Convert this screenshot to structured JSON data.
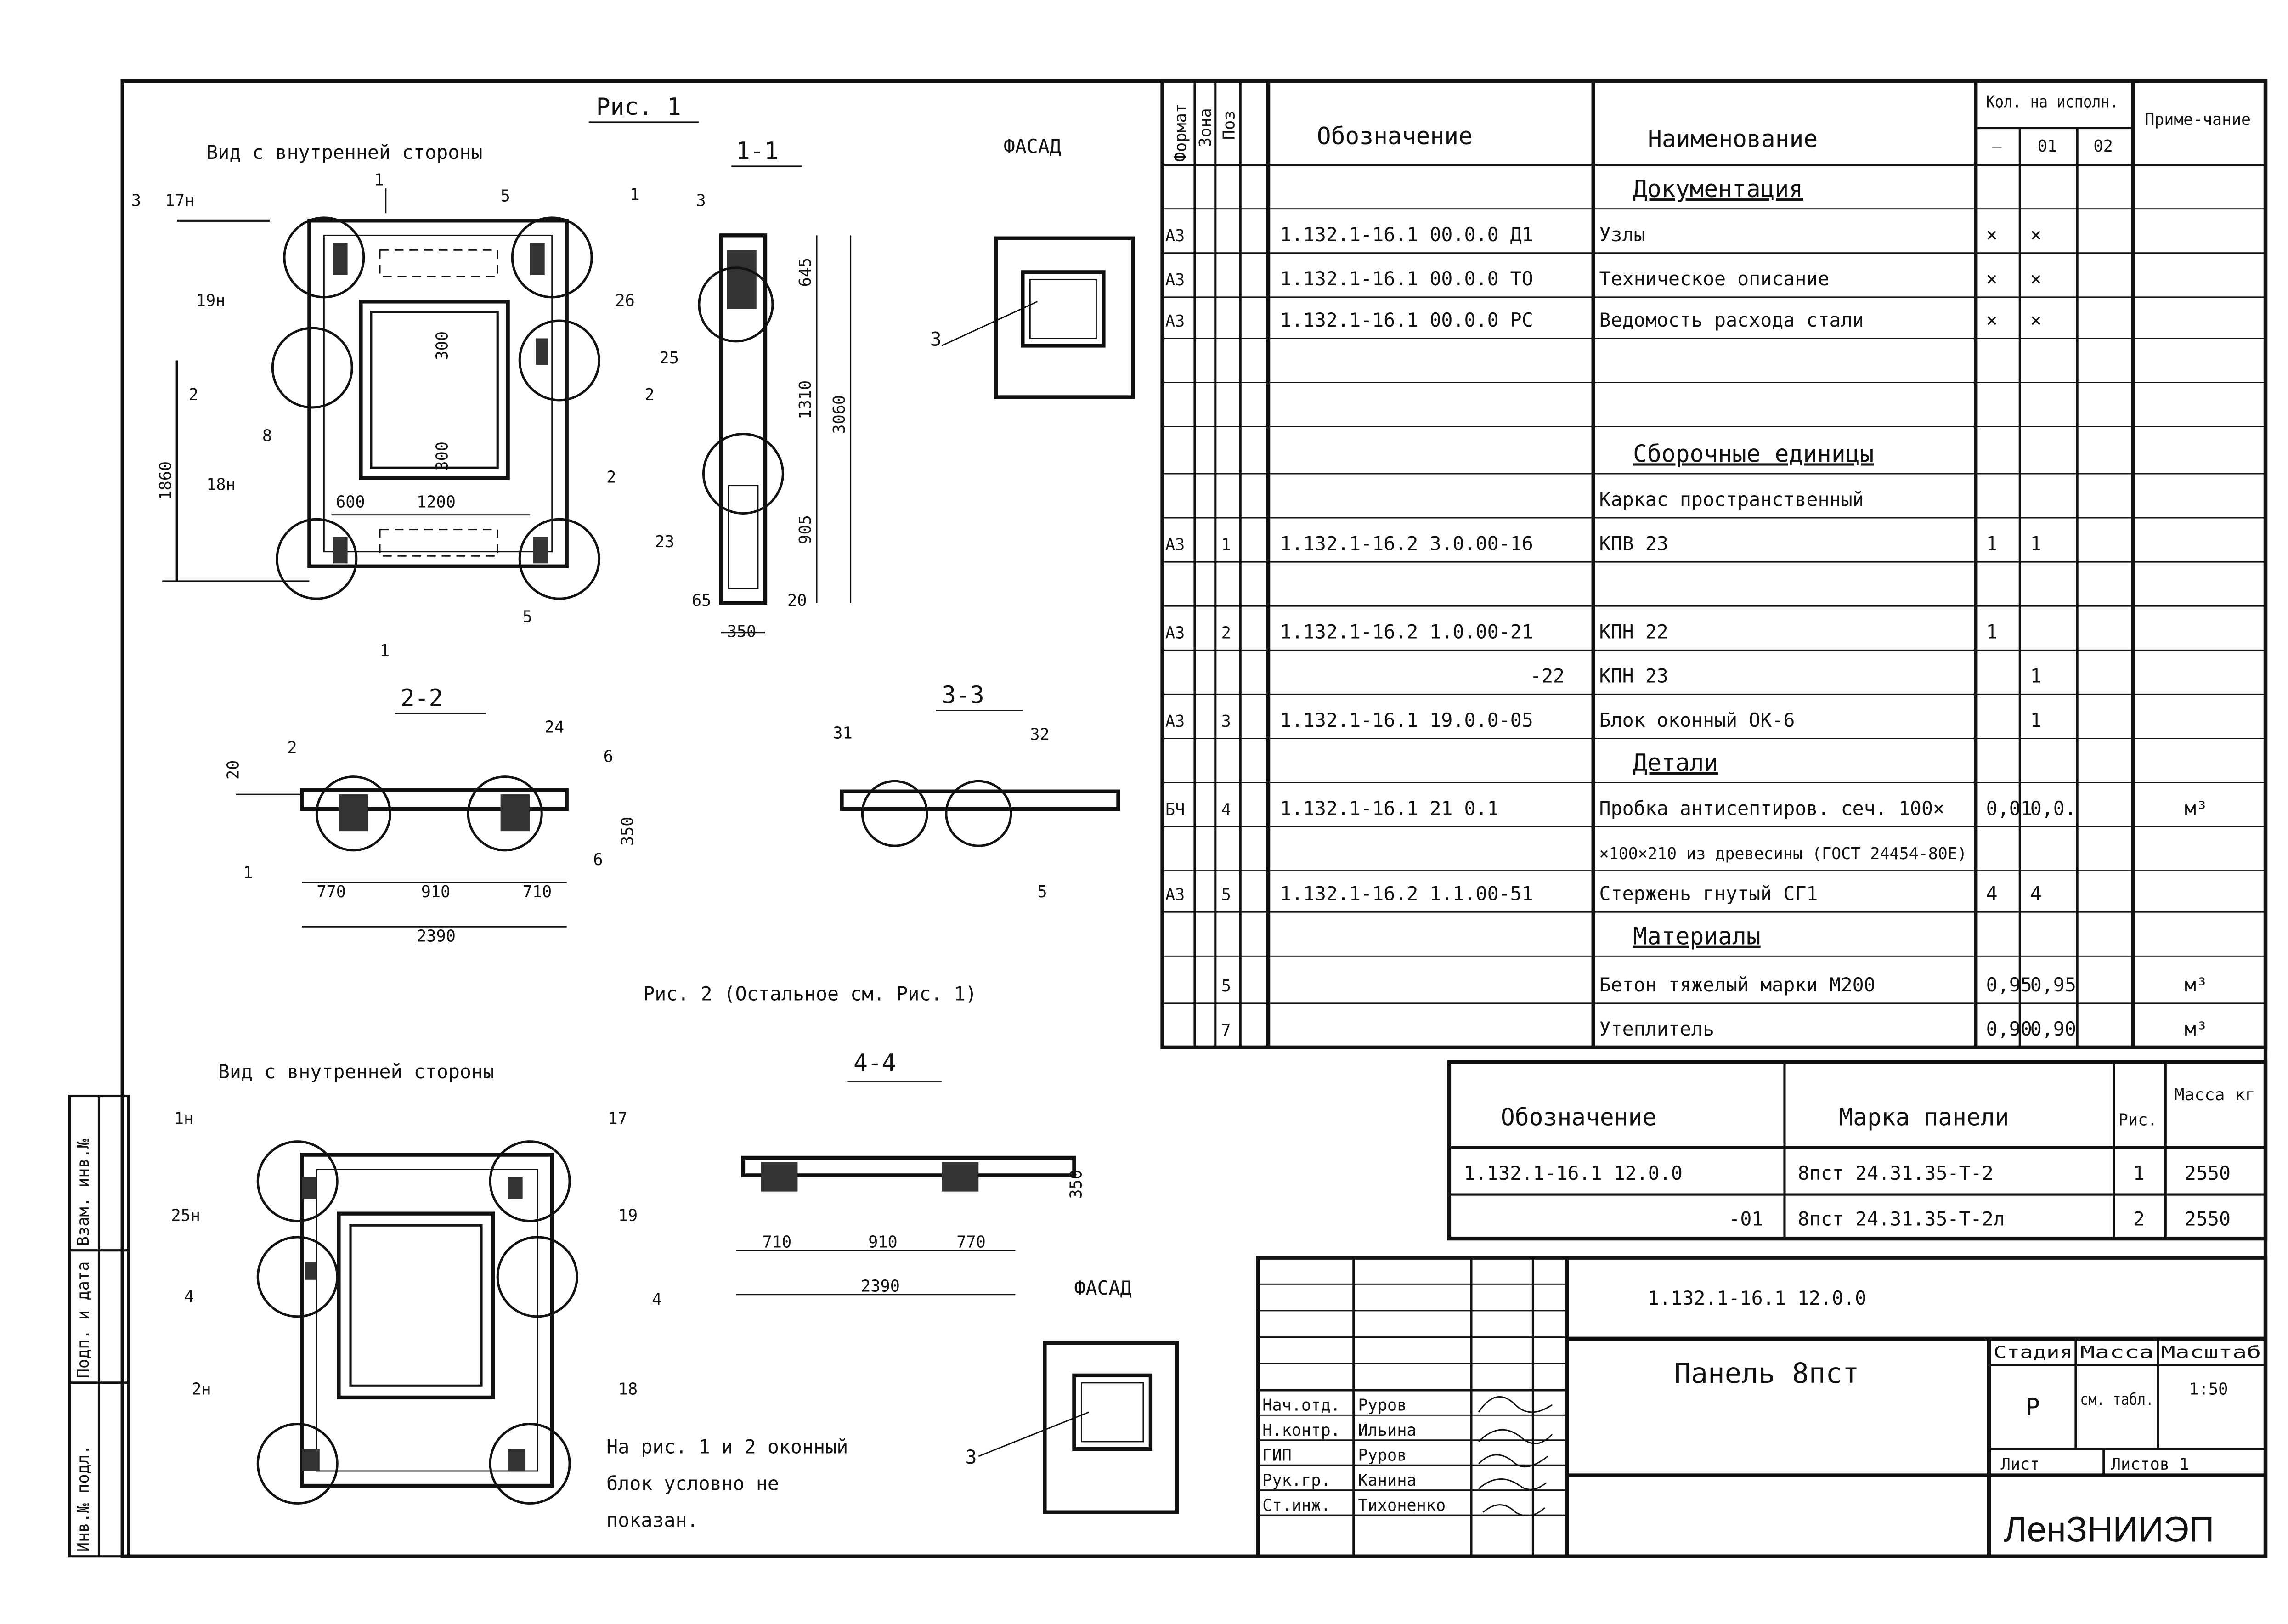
{
  "left_strip": [
    "Инв.№ подл.",
    "Подп. и дата",
    "Взам. инв.№"
  ],
  "fig1": {
    "title": "Рис. 1",
    "view_label": "Вид с внутренней стороны",
    "section_label": "1-1",
    "facade_label": "ФАСАД",
    "node_labels": [
      "3",
      "17н",
      "1",
      "5",
      "1",
      "3",
      "19н",
      "26",
      "2",
      "2",
      "18н",
      "2",
      "5",
      "1",
      "8"
    ],
    "dims": [
      "1860",
      "600",
      "1200",
      "300",
      "300"
    ],
    "section_dims": [
      "645",
      "1310",
      "3060",
      "905",
      "65",
      "20",
      "350",
      "25",
      "23"
    ],
    "facade_pos": "3"
  },
  "fig2": {
    "section22": "2-2",
    "section33": "3-3",
    "labels": [
      "20",
      "2",
      "24",
      "6",
      "1",
      "6",
      "350",
      "31",
      "32",
      "5"
    ],
    "dims": [
      "770",
      "910",
      "710",
      "2390"
    ],
    "caption": "Рис. 2  (Остальное см. Рис. 1)"
  },
  "fig_bottom": {
    "view_label": "Вид с внутренней стороны",
    "section44": "4-4",
    "facade_label": "ФАСАД",
    "node_labels": [
      "1н",
      "17",
      "25н",
      "19",
      "4",
      "4",
      "2н",
      "18"
    ],
    "dims": [
      "710",
      "910",
      "770",
      "2390",
      "350"
    ],
    "facade_pos": "3",
    "note": [
      "На рис. 1 и 2 оконный",
      "блок условно не",
      "показан."
    ]
  },
  "spec_table": {
    "headers": {
      "format": "Формат",
      "zone": "Зона",
      "pos": "Поз",
      "designation": "Обозначение",
      "name": "Наименование",
      "qty": "Кол. на исполн.",
      "qty_cols": [
        "–",
        "01",
        "02"
      ],
      "note": "Приме-чание"
    },
    "rows": [
      {
        "format": "",
        "pos": "",
        "designation": "",
        "name": "Документация",
        "section": true,
        "q0": "",
        "q1": "",
        "q2": "",
        "note": ""
      },
      {
        "format": "А3",
        "pos": "",
        "designation": "1.132.1-16.1 00.0.0 Д1",
        "name": "Узлы",
        "q0": "×",
        "q1": "×",
        "q2": "",
        "note": ""
      },
      {
        "format": "А3",
        "pos": "",
        "designation": "1.132.1-16.1 00.0.0 ТО",
        "name": "Техническое описание",
        "q0": "×",
        "q1": "×",
        "q2": "",
        "note": ""
      },
      {
        "format": "А3",
        "pos": "",
        "designation": "1.132.1-16.1 00.0.0 РС",
        "name": "Ведомость расхода стали",
        "q0": "×",
        "q1": "×",
        "q2": "",
        "note": ""
      },
      {
        "format": "",
        "pos": "",
        "designation": "",
        "name": "",
        "q0": "",
        "q1": "",
        "q2": "",
        "note": ""
      },
      {
        "format": "",
        "pos": "",
        "designation": "",
        "name": "",
        "q0": "",
        "q1": "",
        "q2": "",
        "note": ""
      },
      {
        "format": "",
        "pos": "",
        "designation": "",
        "name": "Сборочные единицы",
        "section": true,
        "q0": "",
        "q1": "",
        "q2": "",
        "note": ""
      },
      {
        "format": "",
        "pos": "",
        "designation": "",
        "name": "Каркас пространственный",
        "q0": "",
        "q1": "",
        "q2": "",
        "note": ""
      },
      {
        "format": "А3",
        "pos": "1",
        "designation": "1.132.1-16.2 3.0.00-16",
        "name": "КПВ 23",
        "q0": "1",
        "q1": "1",
        "q2": "",
        "note": ""
      },
      {
        "format": "",
        "pos": "",
        "designation": "",
        "name": "",
        "q0": "",
        "q1": "",
        "q2": "",
        "note": ""
      },
      {
        "format": "А3",
        "pos": "2",
        "designation": "1.132.1-16.2 1.0.00-21",
        "name": "КПН 22",
        "q0": "1",
        "q1": "",
        "q2": "",
        "note": ""
      },
      {
        "format": "",
        "pos": "",
        "designation": "-22",
        "name": "КПН 23",
        "q0": "",
        "q1": "1",
        "q2": "",
        "note": ""
      },
      {
        "format": "А3",
        "pos": "3",
        "designation": "1.132.1-16.1 19.0.0-05",
        "name": "Блок оконный  ОК-6",
        "q0": "",
        "q1": "1",
        "q2": "",
        "note": ""
      },
      {
        "format": "",
        "pos": "",
        "designation": "",
        "name": "Детали",
        "section": true,
        "q0": "",
        "q1": "",
        "q2": "",
        "note": ""
      },
      {
        "format": "БЧ",
        "pos": "4",
        "designation": "1.132.1-16.1 21 0.1",
        "name": "Пробка антисептиров. сеч. 100×",
        "q0": "0,01",
        "q1": "0,0.",
        "q2": "",
        "note": "м³"
      },
      {
        "format": "",
        "pos": "",
        "designation": "",
        "name": "×100×210 из древесины (ГОСТ 24454-80Е)",
        "q0": "",
        "q1": "",
        "q2": "",
        "note": ""
      },
      {
        "format": "А3",
        "pos": "5",
        "designation": "1.132.1-16.2 1.1.00-51",
        "name": "Стержень гнутый СГ1",
        "q0": "4",
        "q1": "4",
        "q2": "",
        "note": ""
      },
      {
        "format": "",
        "pos": "",
        "designation": "",
        "name": "Материалы",
        "section": true,
        "q0": "",
        "q1": "",
        "q2": "",
        "note": ""
      },
      {
        "format": "",
        "pos": "5",
        "designation": "",
        "name": "Бетон тяжелый марки М200",
        "q0": "0,95",
        "q1": "0,95",
        "q2": "",
        "note": "м³"
      },
      {
        "format": "",
        "pos": "7",
        "designation": "",
        "name": "Утеплитель",
        "q0": "0,90",
        "q1": "0,90",
        "q2": "",
        "note": "м³"
      }
    ]
  },
  "marks_table": {
    "headers": [
      "Обозначение",
      "Марка панели",
      "Рис.",
      "Масса кг"
    ],
    "rows": [
      [
        "1.132.1-16.1  12.0.0",
        "8пст 24.31.35-Т-2",
        "1",
        "2550"
      ],
      [
        "-01",
        "8пст 24.31.35-Т-2л",
        "2",
        "2550"
      ]
    ]
  },
  "title_block": {
    "code": "1.132.1-16.1  12.0.0",
    "title": "Панель 8пст",
    "stage_label": "Стадия",
    "mass_label": "Масса",
    "scale_label": "Масштаб",
    "stage": "Р",
    "mass": "см. табл.",
    "scale": "1:50",
    "sheet_label": "Лист",
    "sheets_label": "Листов 1",
    "organization": "ЛенЗНИИЭП",
    "roles": [
      {
        "role": "Нач.отд.",
        "name": "Руров"
      },
      {
        "role": "Н.контр.",
        "name": "Ильина"
      },
      {
        "role": "ГИП",
        "name": "Руров"
      },
      {
        "role": "Рук.гр.",
        "name": "Канина"
      },
      {
        "role": "Ст.инж.",
        "name": "Тихоненко"
      }
    ]
  }
}
